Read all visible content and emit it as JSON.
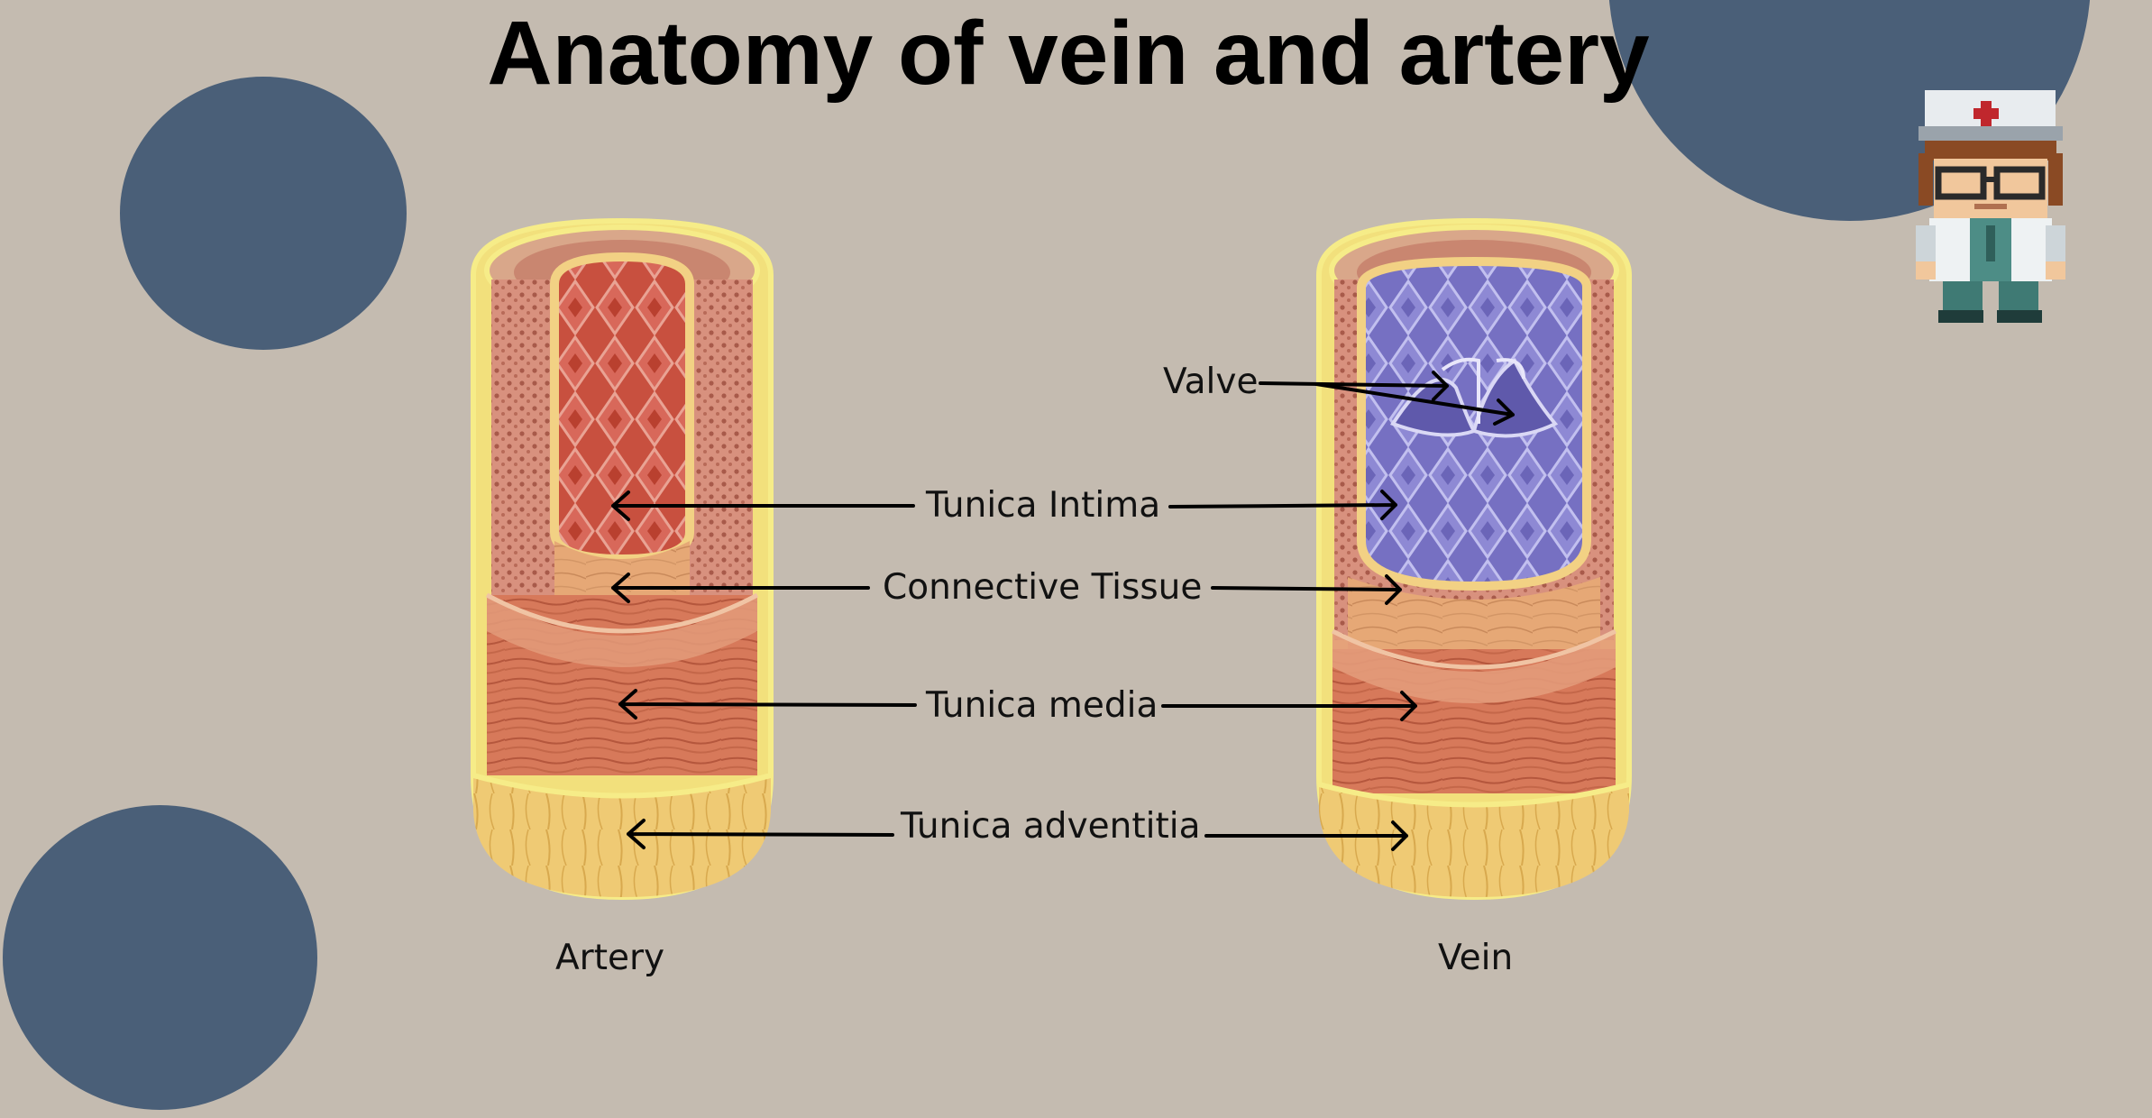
{
  "title": "Anatomy of vein and artery",
  "labels": {
    "valve": "Valve",
    "tunica_intima": "Tunica Intima",
    "connective_tissue": "Connective Tissue",
    "tunica_media": "Tunica media",
    "tunica_adventitia": "Tunica adventitia"
  },
  "captions": {
    "artery": "Artery",
    "vein": "Vein"
  },
  "icons": {
    "mascot": "pixel-nurse-doctor-icon"
  },
  "colors": {
    "background": "#c4bbb0",
    "decor_circles": "#4a5f78",
    "artery_lumen": "#c8503f",
    "vein_lumen": "#7b76c8",
    "muscle": "#d9805f",
    "adventitia": "#f0cf7a",
    "outline": "#f6ec88"
  }
}
